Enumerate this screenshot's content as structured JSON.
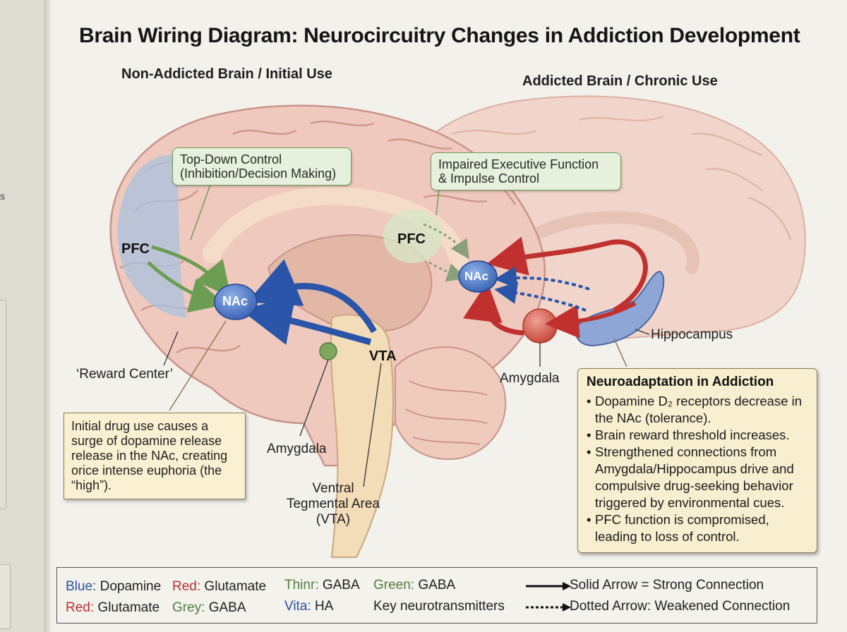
{
  "margin_text": "s",
  "title": "Brain Wiring Diagram: Neurocircuitry Changes in Addiction Development",
  "left_heading": "Non-Addicted Brain / Initial Use",
  "right_heading": "Addicted Brain / Chronic Use",
  "left_brain": {
    "callout": "Top-Down Control\n(Inhibition/Decision Making)",
    "pfc": "PFC",
    "nac": "NAc",
    "vta": "VTA",
    "reward_center": "‘Reward Center’",
    "amygdala": "Amygdala",
    "vta_label": "Ventral\nTegmental Area\n(VTA)",
    "note": "Initial drug use causes a surge of dopamine release release in the NAc, creating orice intense euphoria (the “high”)."
  },
  "right_brain": {
    "callout": "Impaired Executive Function\n& Impulse Control",
    "pfc": "PFC",
    "nac": "NAc",
    "hippocampus": "Hippocampus",
    "amygdala": "Amygdala"
  },
  "neuroadaptation": {
    "title": "Neuroadaptation in Addiction",
    "items": [
      "Dopamine D₂ receptors decrease in the NAc (tolerance).",
      "Brain reward threshold increases.",
      "Strengthened connections from Amygdala/Hippocampus drive and compulsive drug-seeking behavior triggered by environmental cues.",
      "PFC function is compromised, leading to loss of control."
    ]
  },
  "legend": {
    "row1": [
      {
        "key": "Blue:",
        "value": " Dopamine",
        "color": "#2a4e9b"
      },
      {
        "key": "Red:",
        "value": " Glutamate",
        "color": "#b8312f"
      },
      {
        "key": "Thinr:",
        "value": " GABA",
        "color": "#4f7f3b"
      },
      {
        "key": "Green:",
        "value": " GABA",
        "color": "#4f7f3b"
      }
    ],
    "row2": [
      {
        "key": "Red:",
        "value": " Glutamate",
        "color": "#b8312f"
      },
      {
        "key": "Grey:",
        "value": " GABA",
        "color": "#4f7f3b"
      },
      {
        "key": "Vita:",
        "value": " HA",
        "color": "#2a4e9b"
      },
      {
        "key": "",
        "value": "Key neurotransmitters",
        "color": "#1e1e1e"
      }
    ],
    "solid_arrow": "Solid Arrow = Strong Connection",
    "dotted_arrow": "Dotted Arrow: Weakened Connection"
  },
  "colors": {
    "dopamine": "#2a55a8",
    "glutamate": "#c0302e",
    "gaba": "#6d9d52",
    "brain": "#efc9bd"
  }
}
